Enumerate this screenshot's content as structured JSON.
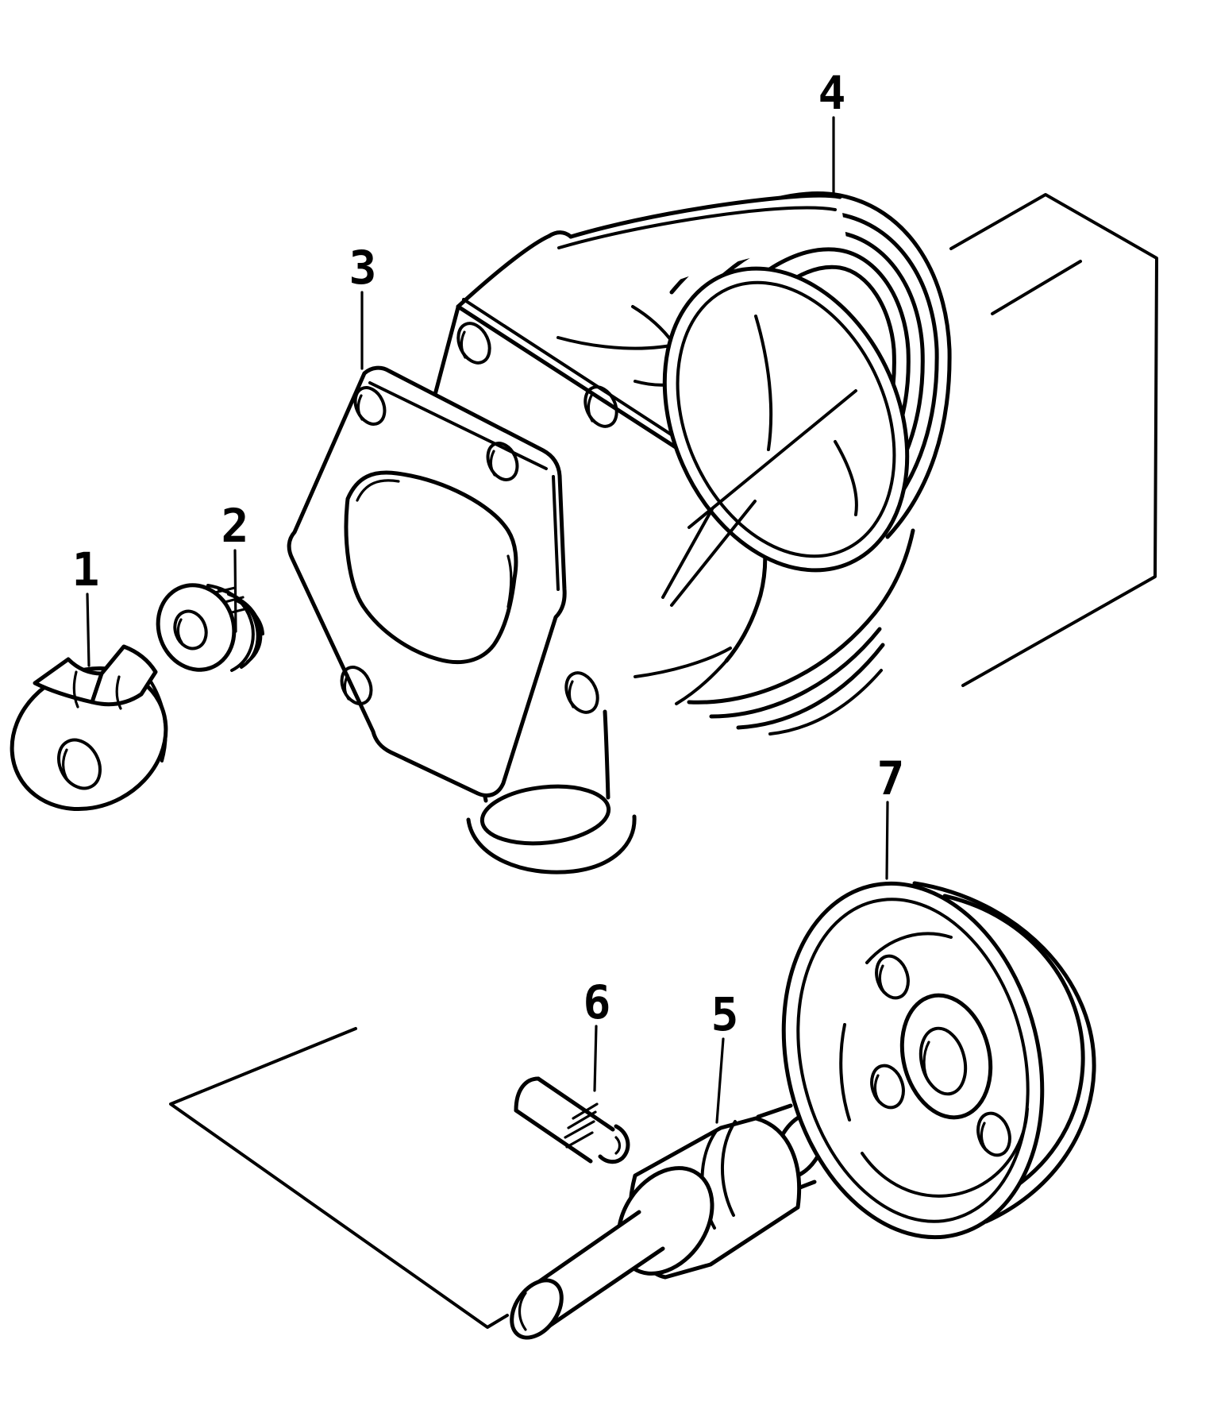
{
  "figure": {
    "kind": "exploded-parts-line-diagram",
    "background_color": "#ffffff",
    "line_color": "#000000"
  },
  "callouts": [
    {
      "label": "1",
      "part": "impeller"
    },
    {
      "label": "2",
      "part": "threaded-plug"
    },
    {
      "label": "3",
      "part": "gasket"
    },
    {
      "label": "4",
      "part": "pump-housing-with-pulley-grooves"
    },
    {
      "label": "5",
      "part": "bearing-shaft"
    },
    {
      "label": "6",
      "part": "roll-pin"
    },
    {
      "label": "7",
      "part": "pulley"
    }
  ]
}
